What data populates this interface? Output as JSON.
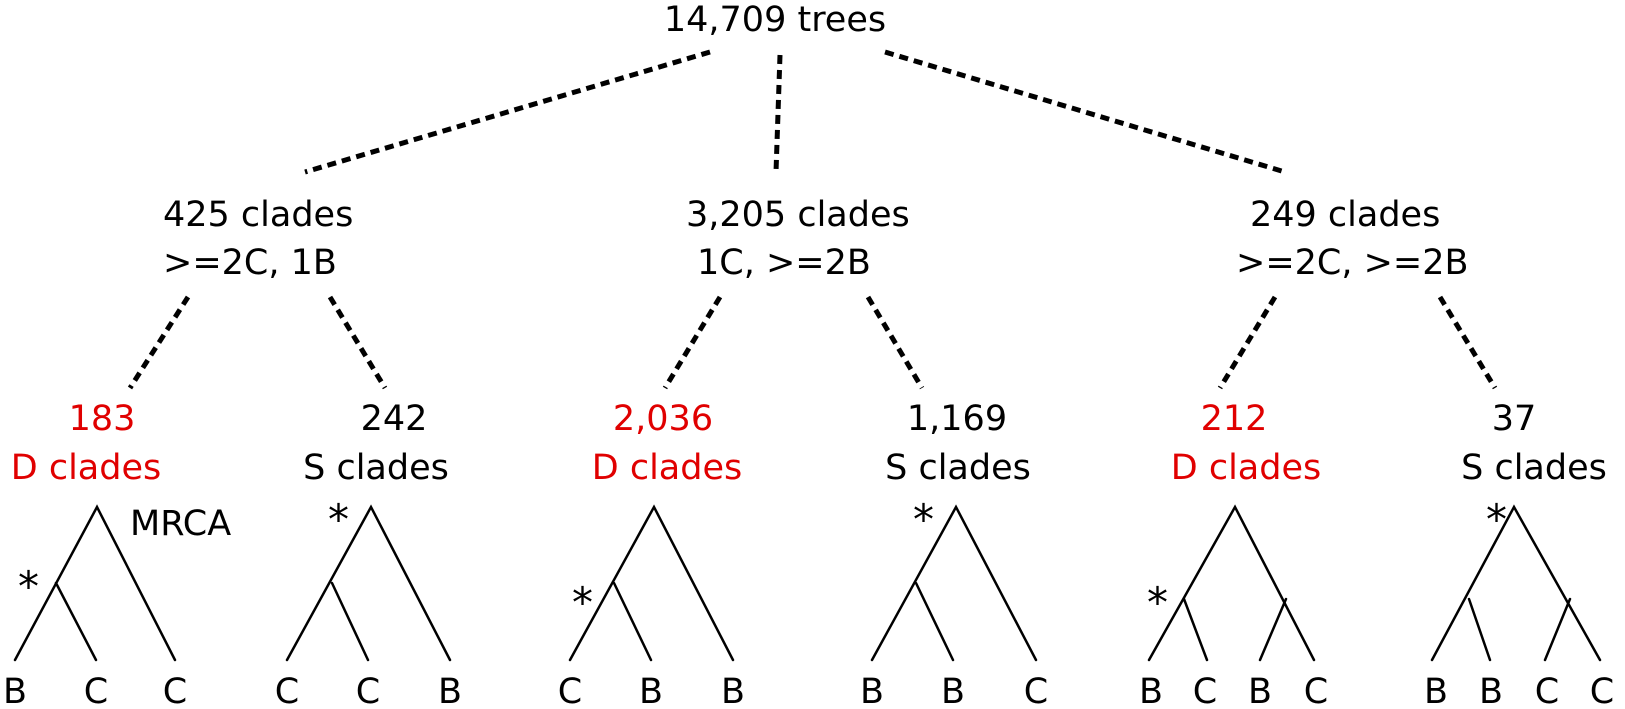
{
  "root": {
    "label": "14,709 trees"
  },
  "groups": [
    {
      "count": "425 clades",
      "criteria": ">=2C, 1B"
    },
    {
      "count": "3,205 clades",
      "criteria": "1C, >=2B"
    },
    {
      "count": "249 clades",
      "criteria": ">=2C, >=2B"
    }
  ],
  "outcomes": [
    {
      "number": "183",
      "label": "D clades",
      "color": "#e00000",
      "leaves": [
        "B",
        "C",
        "C"
      ]
    },
    {
      "number": "242",
      "label": "S clades",
      "color": "#000000",
      "leaves": [
        "C",
        "C",
        "B"
      ]
    },
    {
      "number": "2,036",
      "label": "D clades",
      "color": "#e00000",
      "leaves": [
        "C",
        "B",
        "B"
      ]
    },
    {
      "number": "1,169",
      "label": "S clades",
      "color": "#000000",
      "leaves": [
        "B",
        "B",
        "C"
      ]
    },
    {
      "number": "212",
      "label": "D clades",
      "color": "#e00000",
      "leaves": [
        "B",
        "C",
        "B",
        "C"
      ]
    },
    {
      "number": "37",
      "label": "S clades",
      "color": "#000000",
      "leaves": [
        "B",
        "B",
        "C",
        "C"
      ]
    }
  ],
  "marks": {
    "asterisk": "*",
    "mrca": "MRCA"
  }
}
